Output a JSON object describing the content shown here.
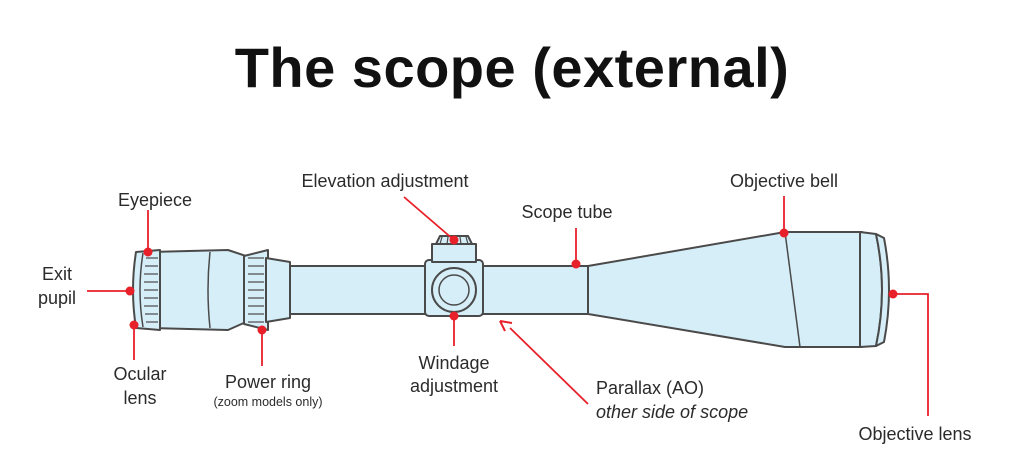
{
  "title": "The scope (external)",
  "colors": {
    "scope_fill": "#d6eef8",
    "scope_outline": "#4a4a4a",
    "accent": "#e8202a",
    "text": "#2b2b2b"
  },
  "labels": {
    "elevation": "Elevation adjustment",
    "objective_bell": "Objective bell",
    "eyepiece": "Eyepiece",
    "scope_tube": "Scope tube",
    "exit_pupil_1": "Exit",
    "exit_pupil_2": "pupil",
    "ocular_1": "Ocular",
    "ocular_2": "lens",
    "power_ring": "Power ring",
    "power_ring_note": "(zoom models only)",
    "windage_1": "Windage",
    "windage_2": "adjustment",
    "parallax": "Parallax (AO)",
    "parallax_note": "other side of scope",
    "objective_lens": "Objective lens"
  }
}
